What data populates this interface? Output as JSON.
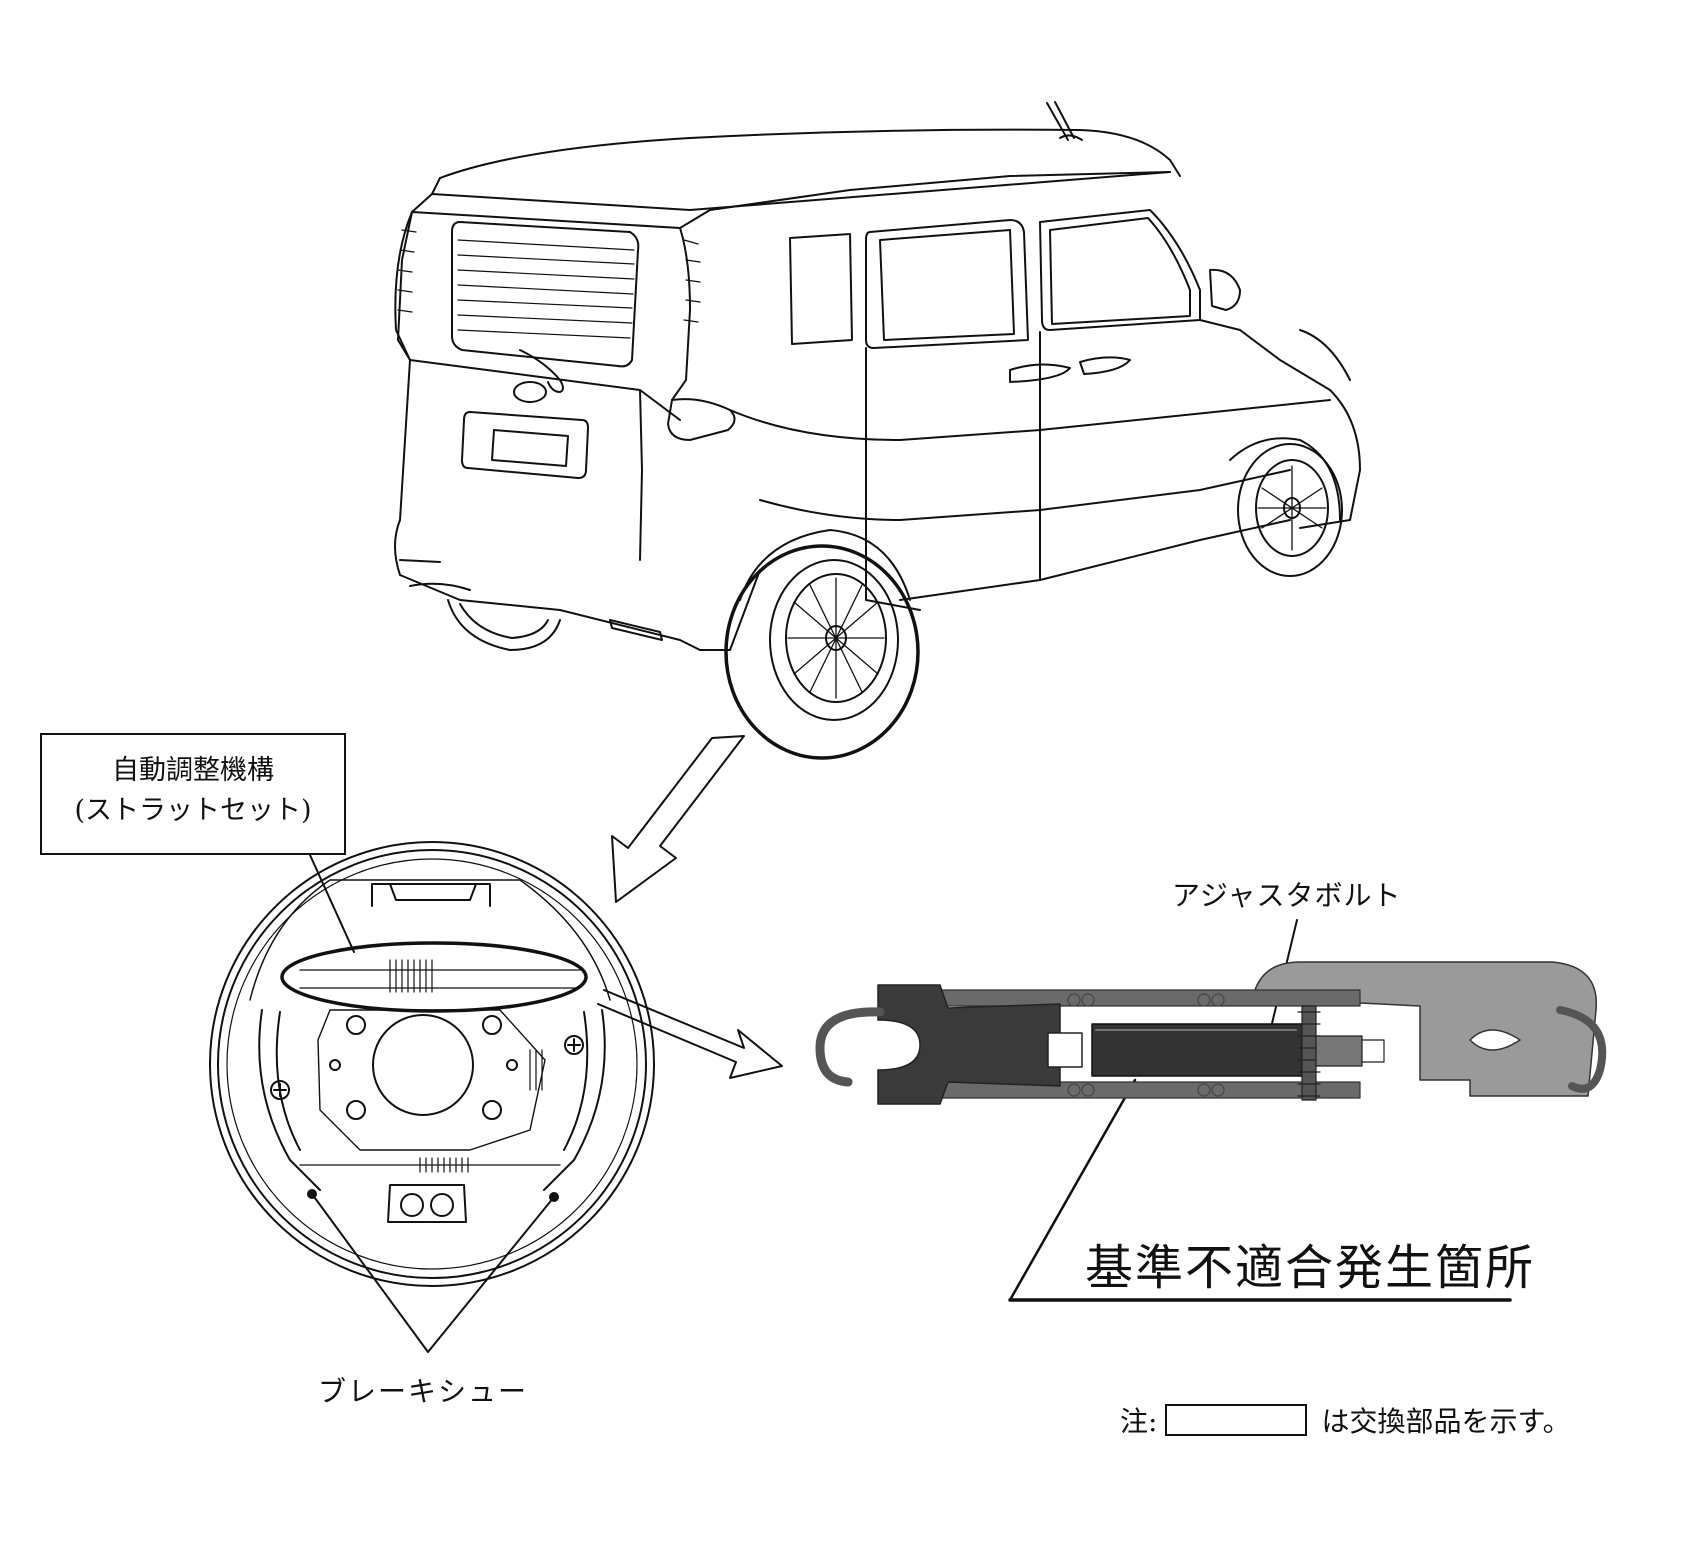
{
  "labels": {
    "auto_adjuster_line1": "自動調整機構",
    "auto_adjuster_line2": "(ストラットセット)",
    "adjuster_bolt": "アジャスタボルト",
    "defect_location": "基準不適合発生箇所",
    "brake_shoe": "ブレーキシュー",
    "note_prefix": "注:",
    "note_suffix": "は交換部品を示す。"
  },
  "colors": {
    "line": "#111111",
    "part_dark": "#3a3a3a",
    "part_mid": "#6a6a6a",
    "part_light": "#9a9a9a",
    "background": "#ffffff"
  },
  "icons": [
    "car-rear-illustration",
    "drum-brake-assembly",
    "strut-set-part",
    "callout-arrow"
  ]
}
